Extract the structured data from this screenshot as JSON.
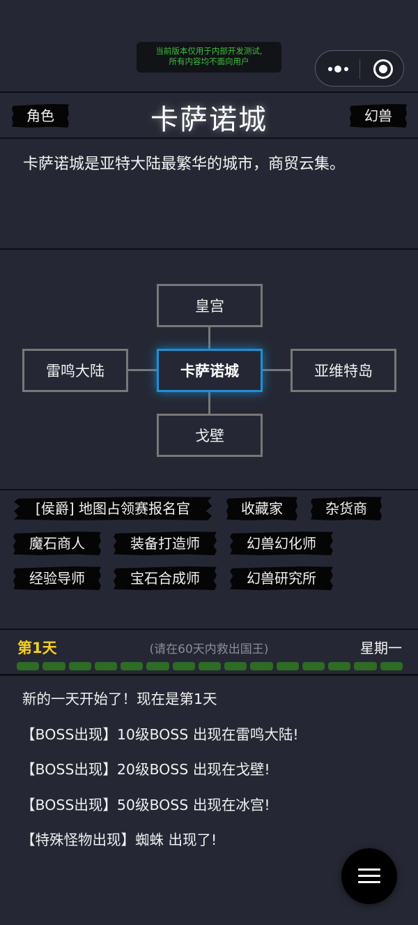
{
  "system": {
    "dev_banner_line1": "当前版本仅用于内部开发测试,",
    "dev_banner_line2": "所有内容均不面向用户",
    "capsule_more_icon": "more-dots-icon",
    "capsule_close_icon": "target-circle-icon"
  },
  "header": {
    "left_tab": "角色",
    "title": "卡萨诺城",
    "right_tab": "幻兽"
  },
  "description": "卡萨诺城是亚特大陆最繁华的城市，商贸云集。",
  "map": {
    "current": "卡萨诺城",
    "north": "皇宫",
    "west": "雷鸣大陆",
    "east": "亚维特岛",
    "south": "戈壁",
    "current_color": "#1e90d8"
  },
  "npcs": [
    "[侯爵] 地图占领赛报名官",
    "收藏家",
    "杂货商",
    "魔石商人",
    "装备打造师",
    "幻兽幻化师",
    "经验导师",
    "宝石合成师",
    "幻兽研究所"
  ],
  "day_status": {
    "day_label": "第1天",
    "hint": "(请在60天内救出国王)",
    "weekday": "星期一",
    "segments_total": 15,
    "day_color": "#f5d020",
    "segment_color": "#2e6b25"
  },
  "log": [
    "新的一天开始了！现在是第1天",
    "【BOSS出现】10级BOSS 出现在雷鸣大陆!",
    "【BOSS出现】20级BOSS 出现在戈壁!",
    "【BOSS出现】50级BOSS 出现在冰宫!",
    "【特殊怪物出现】蜘蛛 出现了!"
  ],
  "fab": {
    "icon": "menu-icon"
  }
}
